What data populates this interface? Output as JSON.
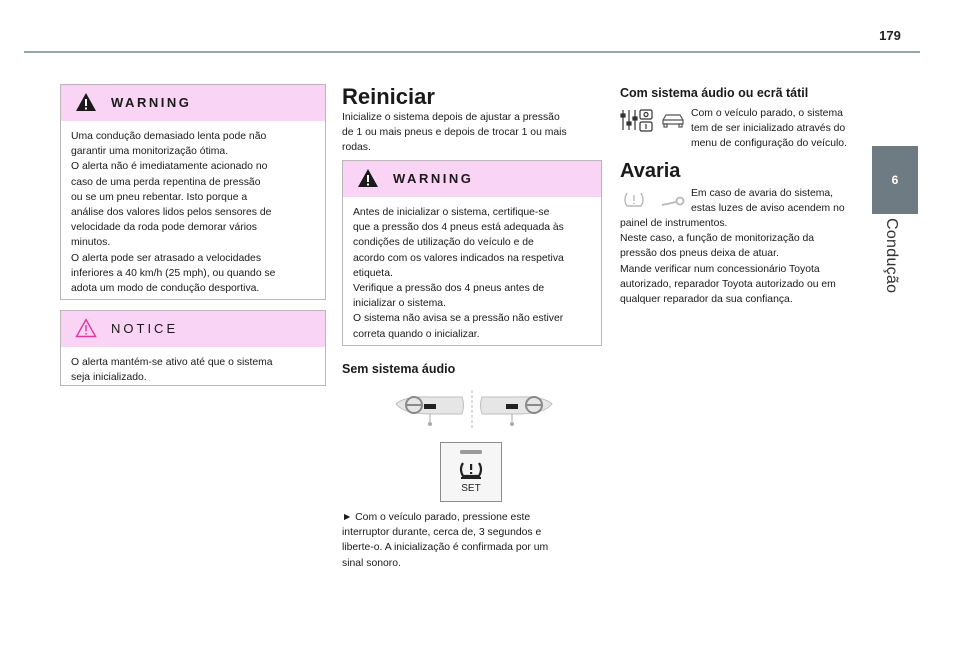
{
  "page_number": "179",
  "side_tab": {
    "number": "6",
    "label": "Condução"
  },
  "col1": {
    "warning": {
      "title": "WARNING",
      "lines": [
        "Uma condução demasiado lenta pode não",
        "garantir uma monitorização ótima.",
        "O alerta não é imediatamente acionado no",
        "caso de uma perda repentina de pressão",
        "ou se um pneu rebentar. Isto porque a",
        "análise dos valores lidos pelos sensores de",
        "velocidade da roda pode demorar vários",
        "minutos.",
        "O alerta pode ser atrasado a velocidades",
        "inferiores a 40 km/h (25 mph), ou quando se",
        "adota um modo de condução desportiva."
      ]
    },
    "notice": {
      "title": "NOTICE",
      "lines": [
        "O alerta mantém-se ativo até que o sistema",
        "seja inicializado."
      ]
    }
  },
  "col2": {
    "heading": "Reiniciar",
    "intro": [
      "Inicialize o sistema depois de ajustar a pressão",
      "de 1 ou mais pneus e depois de trocar 1 ou mais",
      "rodas."
    ],
    "warning": {
      "title": "WARNING",
      "lines": [
        "Antes de inicializar o sistema, certifique-se",
        "que a pressão dos 4 pneus está adequada às",
        "condições de utilização do veículo e de",
        "acordo com os valores indicados na respetiva",
        "etiqueta.",
        "Verifique a pressão dos 4 pneus antes de",
        "inicializar o sistema.",
        "O sistema não avisa se a pressão não estiver",
        "correta quando o inicializar."
      ]
    },
    "subheading": "Sem sistema áudio",
    "set_button_label": "SET",
    "instructions": [
      "► Com o veículo parado, pressione este",
      "interruptor durante, cerca de, 3 segundos e",
      "liberte-o. A inicialização é confirmada por um",
      "sinal sonoro."
    ]
  },
  "col3": {
    "subheading": "Com sistema áudio ou ecrã tátil",
    "audio_lines": [
      "Com o veículo parado, o sistema",
      "tem de ser inicializado através do",
      "menu de configuração do veículo."
    ],
    "failure_heading": "Avaria",
    "failure_lines_indented": [
      "Em caso de avaria do sistema,",
      "estas luzes de aviso acendem no"
    ],
    "failure_lines": [
      "painel de instrumentos.",
      "Neste caso, a função de monitorização da",
      "pressão dos pneus deixa de atuar.",
      "Mande verificar num concessionário Toyota",
      "autorizado, reparador Toyota autorizado ou em",
      "qualquer reparador da sua confiança."
    ]
  },
  "colors": {
    "warning_header": "#f9d4f4",
    "side_tab": "#6e7b82",
    "rule": "#9aa5ab",
    "notice_icon": "#e0359a"
  }
}
